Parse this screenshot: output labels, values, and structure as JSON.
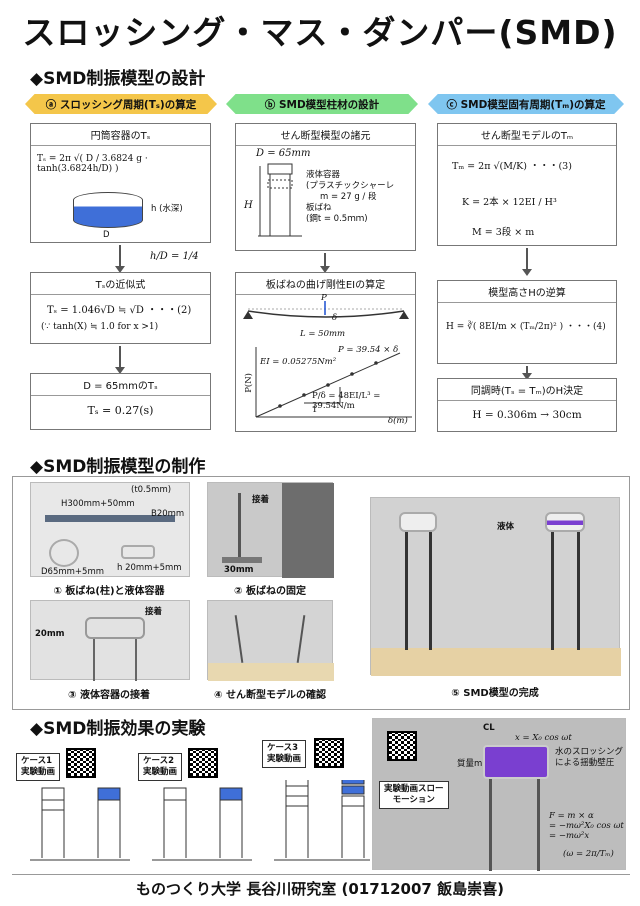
{
  "title": "スロッシング・マス・ダンパー(SMD)",
  "sections": {
    "design": "◆SMD制振模型の設計",
    "build": "◆SMD制振模型の制作",
    "experiment": "◆SMD制振効果の実験"
  },
  "panels": {
    "a": {
      "header": "ⓐ スロッシング周期(Tₛ)の算定",
      "box1_title": "円筒容器のTₛ",
      "box1_formula": "Tₛ = 2π √( D / 3.6824 g · tanh(3.6824h/D) )",
      "box1_h": "h (水深)",
      "box1_d": "D",
      "ratio": "h/D = 1/4",
      "box2_title": "Tₛの近似式",
      "box2_line1": "Tₛ = 1.046√D ≒ √D   ・・・(2)",
      "box2_line2": "(∵ tanh(X) ≒ 1.0   for  x >1)",
      "box3_title": "D = 65mmのTₛ",
      "box3_value": "Tₛ = 0.27(s)"
    },
    "b": {
      "header": "ⓑ SMD模型柱材の設計",
      "box1_title": "せん断型模型の諸元",
      "d": "D = 65mm",
      "h": "H",
      "note1": "液体容器",
      "note2": "(プラスチックシャーレ",
      "note3": "m = 27 g / 段",
      "note4": "板ばね",
      "note5": "(鋼t = 0.5ｍｍ)",
      "box2_title": "板ばねの曲げ剛性EIの算定",
      "p": "P",
      "delta": "δ",
      "length": "L = 50mm",
      "ei": "EI = 0.05275Nm²",
      "fit": "P = 39.54 × δ",
      "ratio": "P/δ = 48EI/L³ = 39.54N/m",
      "ylabel": "P(N)",
      "xlabel": "δ(m)",
      "slope_one": "1"
    },
    "c": {
      "header": "ⓒ SMD模型固有周期(Tₘ)の算定",
      "box1_title": "せん断型モデルのTₘ",
      "f1": "Tₘ = 2π √(M/K)      ・・・(3)",
      "f2": "K = 2本 × 12EI / H³",
      "f3": "M = 3段 × m",
      "box2_title": "模型高さHの逆算",
      "f4": "H = ∛( 8EI/m × (Tₘ/2π)² )   ・・・(4)",
      "box3_title": "同調時(Tₛ = Tₘ)のH決定",
      "f5": "H = 0.306m → 30cm"
    }
  },
  "build": {
    "p1_labels": [
      "(t0.5mm)",
      "H300mm+50mm",
      "B20mm",
      "D65mm+5mm",
      "h 20mm+5mm"
    ],
    "p1_cap": "① 板ばね(柱)と液体容器",
    "p2_labels": [
      "接着",
      "30mm"
    ],
    "p2_cap": "② 板ばねの固定",
    "p3_labels": [
      "接着",
      "20mm"
    ],
    "p3_cap": "③ 液体容器の接着",
    "p4_cap": "④ せん断型モデルの確認",
    "p5_label": "液体",
    "p5_cap": "⑤ SMD模型の完成"
  },
  "experiment": {
    "cases": [
      "ケース1\n実験動画",
      "ケース2\n実験動画",
      "ケース3\n実験動画"
    ],
    "photo_label": "実験動画スロー\nモーション",
    "cl": "CL",
    "x_formula": "x = X₀ cos ωt",
    "mass": "質量m",
    "water": "水のスロッシング\nによる揺動壁圧",
    "force": "F = m × α\n= −mω²X₀ cos ωt\n= −mω²x",
    "omega": "(ω = 2π/Tₘ)"
  },
  "footer": "ものつくり大学 長谷川研究室 (01712007 飯島崇喜)",
  "colors": {
    "panel_a": "#f4c64a",
    "panel_b": "#7fe08a",
    "panel_c": "#7fc6f0",
    "water": "#3f6fd8",
    "liquid": "#7a3fd0"
  }
}
